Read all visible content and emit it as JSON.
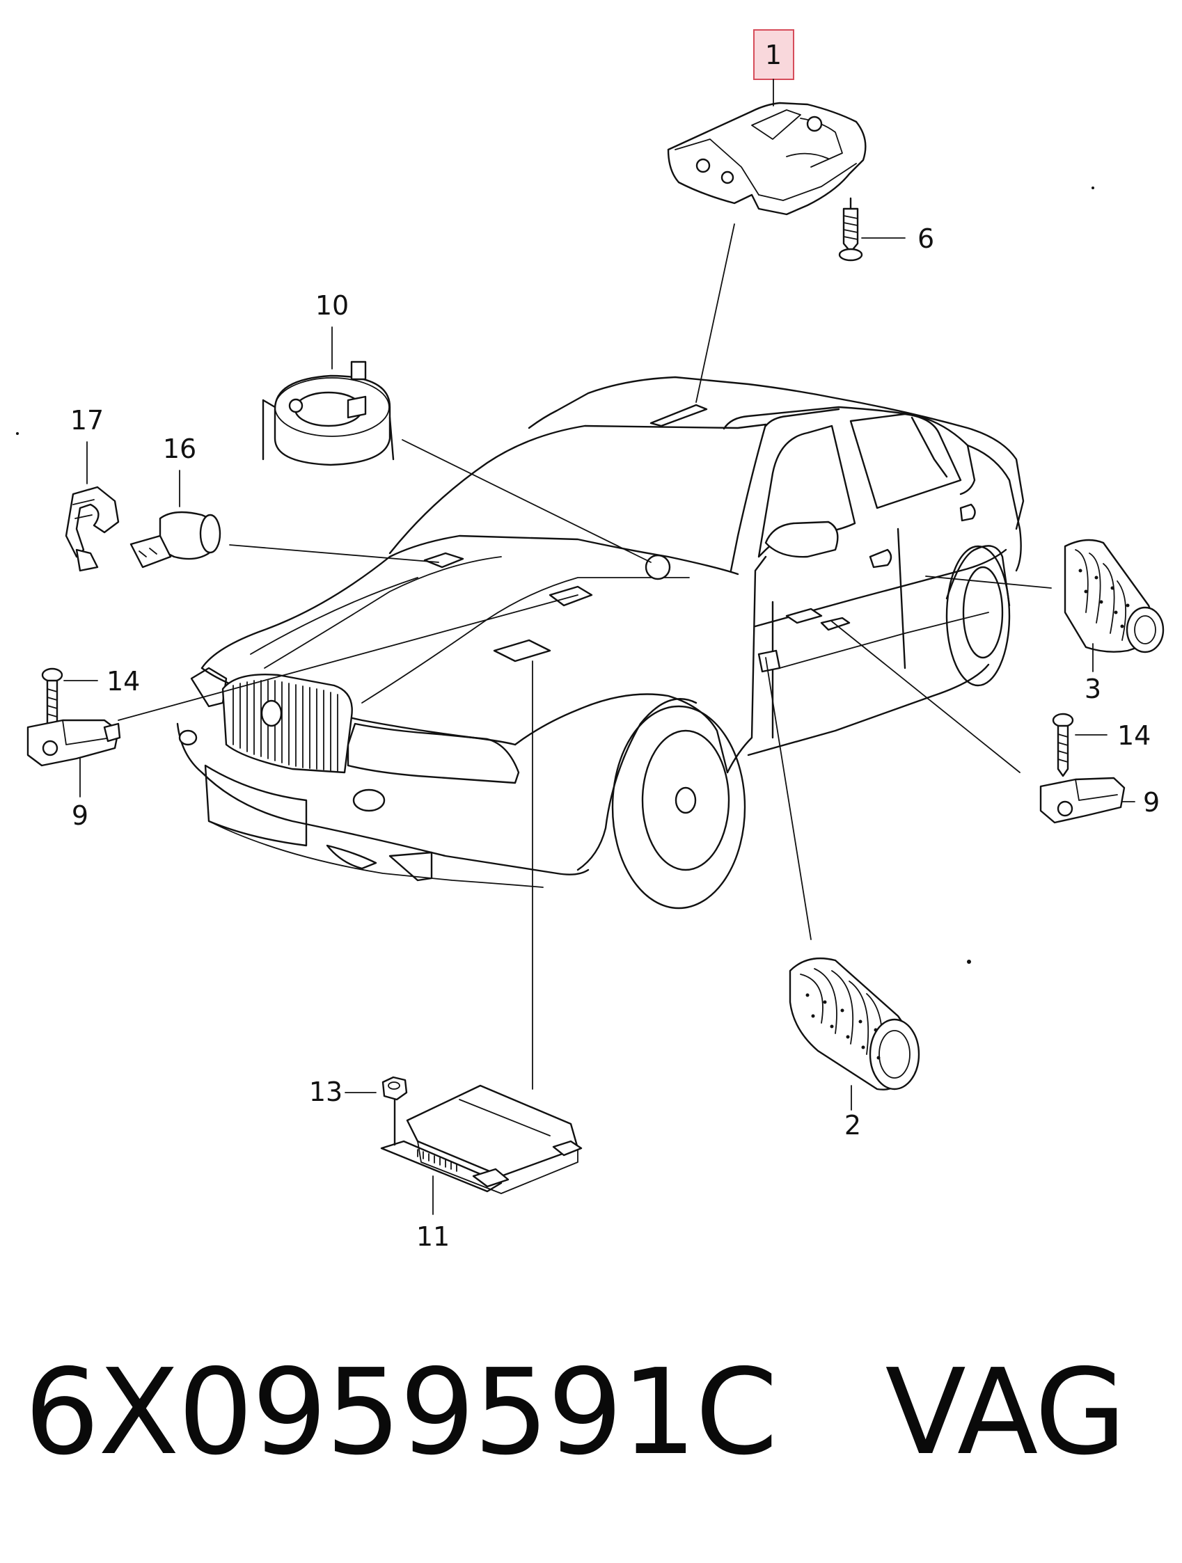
{
  "diagram": {
    "highlight_color": "#f9d8dc",
    "highlight_border": "#d64c5a",
    "callouts": {
      "c1": "1",
      "c2": "2",
      "c3": "3",
      "c6": "6",
      "c9_left": "9",
      "c9_right": "9",
      "c10": "10",
      "c11": "11",
      "c13": "13",
      "c14_left": "14",
      "c14_right": "14",
      "c16": "16",
      "c17": "17"
    },
    "parts": [
      {
        "callout": "1",
        "icon": "crash-sensor-module-icon"
      },
      {
        "callout": "2",
        "icon": "rubber-boot-icon"
      },
      {
        "callout": "3",
        "icon": "rubber-boot-icon"
      },
      {
        "callout": "6",
        "icon": "screw-icon"
      },
      {
        "callout": "9",
        "icon": "side-impact-sensor-icon"
      },
      {
        "callout": "10",
        "icon": "clock-spring-icon"
      },
      {
        "callout": "11",
        "icon": "airbag-control-unit-icon"
      },
      {
        "callout": "13",
        "icon": "nut-icon"
      },
      {
        "callout": "14",
        "icon": "bolt-icon"
      },
      {
        "callout": "16",
        "icon": "connector-icon"
      },
      {
        "callout": "17",
        "icon": "bracket-icon"
      }
    ]
  },
  "caption": {
    "part_number": "6X0959591C",
    "brand": "VAG"
  }
}
